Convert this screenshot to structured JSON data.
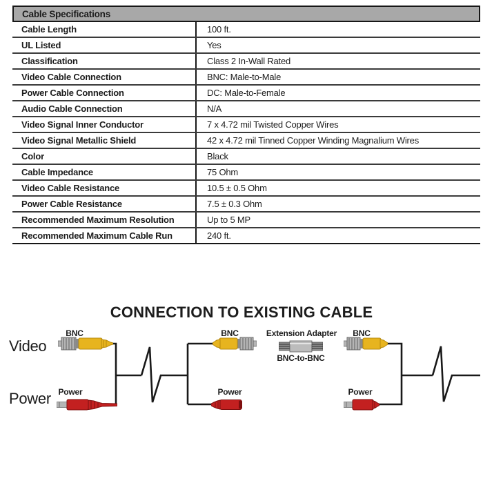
{
  "table": {
    "title": "Cable Specifications",
    "rows": [
      {
        "label": "Cable Length",
        "value": "100 ft."
      },
      {
        "label": "UL Listed",
        "value": "Yes"
      },
      {
        "label": "Classification",
        "value": "Class 2 In-Wall Rated"
      },
      {
        "label": "Video Cable Connection",
        "value": "BNC: Male-to-Male"
      },
      {
        "label": "Power Cable Connection",
        "value": "DC: Male-to-Female"
      },
      {
        "label": "Audio Cable Connection",
        "value": "N/A"
      },
      {
        "label": "Video Signal Inner Conductor",
        "value": "7 x 4.72 mil Twisted Copper Wires"
      },
      {
        "label": "Video Signal Metallic Shield",
        "value": "42 x 4.72 mil Tinned Copper Winding Magnalium Wires"
      },
      {
        "label": "Color",
        "value": "Black"
      },
      {
        "label": "Cable Impedance",
        "value": "75 Ohm"
      },
      {
        "label": "Video Cable Resistance",
        "value": "10.5 ± 0.5 Ohm"
      },
      {
        "label": "Power Cable Resistance",
        "value": "7.5 ± 0.3 Ohm"
      },
      {
        "label": "Recommended Maximum Resolution",
        "value": "Up to 5 MP"
      },
      {
        "label": "Recommended Maximum Cable Run",
        "value": "240 ft."
      }
    ]
  },
  "diagram": {
    "title": "CONNECTION TO EXISTING CABLE",
    "video_row_label": "Video",
    "power_row_label": "Power",
    "left_bnc_label": "BNC",
    "left_power_label": "Power",
    "mid_bnc_label": "BNC",
    "mid_power_label": "Power",
    "adapter_title": "Extension Adapter",
    "adapter_subtitle": "BNC-to-BNC",
    "right_bnc_label": "BNC",
    "right_power_label": "Power"
  },
  "colors": {
    "header_bg": "#a8a8a8",
    "line": "#191919",
    "bnc_yellow": "#e7b41f",
    "bnc_yellow_dark": "#b78a0e",
    "power_red": "#c32020",
    "power_red_dark": "#7e0f0f",
    "metal_silver": "#b5b5b5",
    "metal_dark": "#6f6f6f",
    "adapter_gray": "#8e8e8e",
    "adapter_center": "#bcbcbc"
  }
}
